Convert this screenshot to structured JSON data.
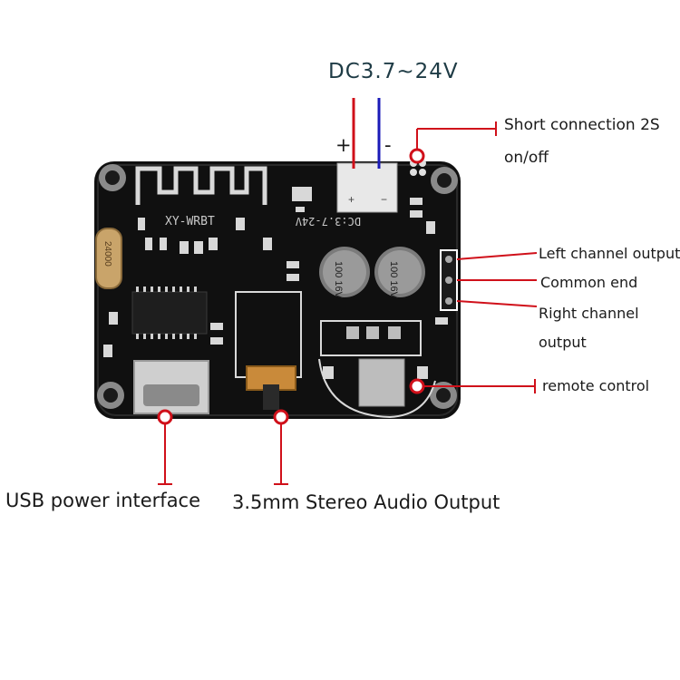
{
  "power": {
    "voltage_label": "DC3.7~24V",
    "plus_sign": "+",
    "minus_sign": "-"
  },
  "callouts": {
    "short_connection_line1": "Short connection 2S",
    "short_connection_line2": "on/off",
    "left_channel": "Left channel output",
    "common_end": "Common end",
    "right_channel_line1": "Right channel",
    "right_channel_line2": "output",
    "remote_control": "remote control",
    "usb_power": "USB power interface",
    "audio_output": "3.5mm Stereo Audio Output"
  },
  "board": {
    "model_silkscreen": "XY-WRBT",
    "voltage_silkscreen": "DC:3.7-24V",
    "capacitor_label": "100 16V",
    "crystal_label": "24000"
  },
  "colors": {
    "pcb": "#111111",
    "wire_positive": "#d0101a",
    "wire_negative": "#1a1ab8",
    "callout_line": "#d0101a"
  }
}
